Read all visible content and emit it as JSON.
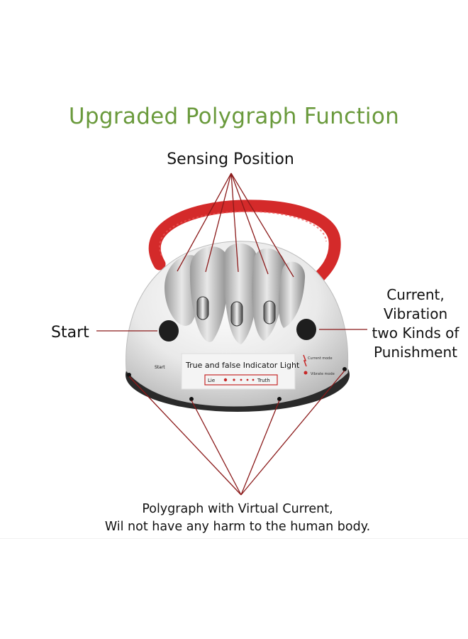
{
  "title": "Upgraded Polygraph Function",
  "labels": {
    "sensing": "Sensing Position",
    "start": "Start",
    "current_line1": "Current,",
    "current_line2": "Vibration",
    "current_line3": "two Kinds of",
    "current_line4": "Punishment",
    "caption_line1": "Polygraph with Virtual Current,",
    "caption_line2": "Wil not have any harm to the human body."
  },
  "device": {
    "indicator_label": "True and false Indicator Light",
    "lie": "Lie",
    "truth": "Truth",
    "start_small": "Start",
    "mode1": "Current mode",
    "mode2": "Vibrate mode"
  },
  "colors": {
    "title": "#6a9a3c",
    "lines": "#8b1a1a",
    "strap": "#d42a2a"
  }
}
